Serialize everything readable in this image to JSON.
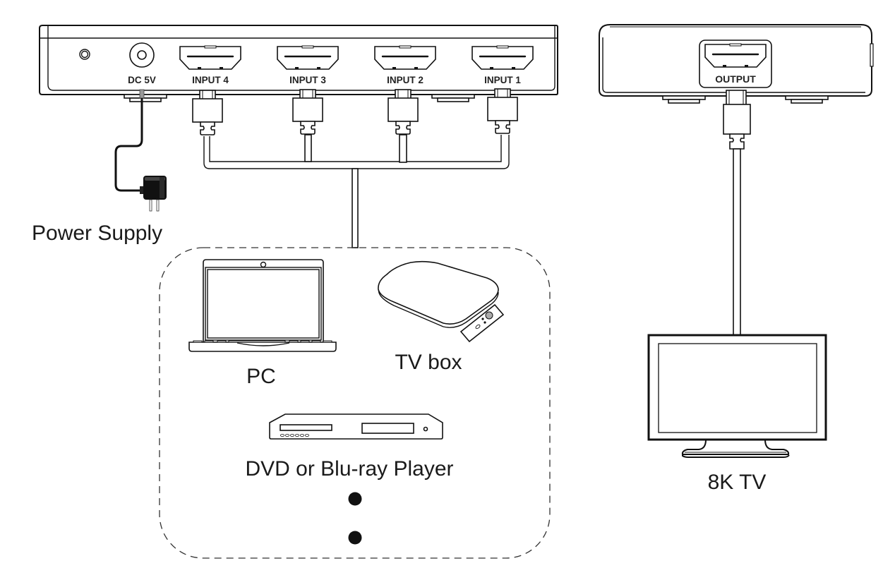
{
  "diagram": {
    "title": "HDMI switch connection diagram",
    "switch_4x1": {
      "ports": [
        {
          "id": "dc",
          "label": "DC 5V"
        },
        {
          "id": "in4",
          "label": "INPUT 4"
        },
        {
          "id": "in3",
          "label": "INPUT 3"
        },
        {
          "id": "in2",
          "label": "INPUT 2"
        },
        {
          "id": "in1",
          "label": "INPUT 1"
        }
      ]
    },
    "output_unit": {
      "port_label": "OUTPUT"
    },
    "power": {
      "label": "Power Supply"
    },
    "sources": {
      "pc": {
        "label": "PC"
      },
      "tvbox": {
        "label": "TV box"
      },
      "dvd": {
        "label": "DVD or Blu-ray Player"
      },
      "more_indicator_count": 2
    },
    "display": {
      "label": "8K TV"
    },
    "colors": {
      "line": "#111111",
      "text": "#1a1a1a",
      "background": "#ffffff"
    }
  }
}
